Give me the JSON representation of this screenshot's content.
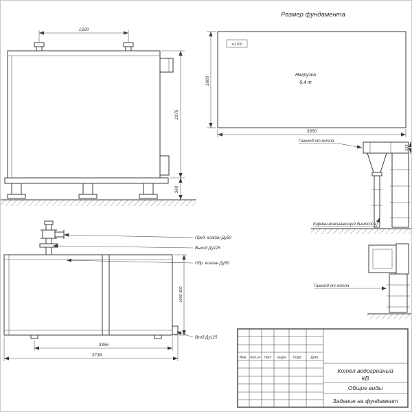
{
  "colors": {
    "ink": "#3a3a3a",
    "paper": "#ffffff"
  },
  "foundation": {
    "title": "Размер фундамента",
    "elevation_mark": "+0,100",
    "load_line1": "Нагрузка",
    "load_line2": "6,4 т",
    "dim_height": "1600",
    "dim_width": "3350"
  },
  "side_view": {
    "dim_span": "1500",
    "dim_height": "2175",
    "dim_base": "360"
  },
  "duct_upper": {
    "label": "Газоход от котла",
    "dim_width": "225",
    "pocket_label": "Карман всасывающий дымососа"
  },
  "plan_view": {
    "label_safety_valve": "Пред. клапан Ду50",
    "label_outlet": "Выход Ду125",
    "label_check_valve": "Обр. клапан Ду50",
    "label_inlet": "Вход Ду125",
    "dim_depth": "1000-300",
    "dim_inner": "3355",
    "dim_overall": "3738"
  },
  "duct_lower": {
    "label": "Газоход от котла"
  },
  "title_block": {
    "header_cols": [
      "Изм.",
      "Кол.уч",
      "Лист",
      "№док",
      "Подп.",
      "Дата"
    ],
    "name_line1": "Котёл водогрейный",
    "name_line2": "КВ",
    "view_label": "Общие виды",
    "task_label": "Задание на фундамент"
  }
}
